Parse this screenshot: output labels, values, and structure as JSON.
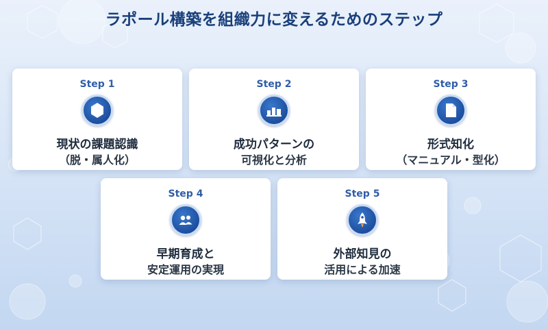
{
  "title": "ラポール構築を組織力に変えるためのステップ",
  "steps": [
    {
      "label": "Step 1",
      "line1": "現状の課題認識",
      "line2": "（脱・属人化）",
      "icon": "hexagon-icon"
    },
    {
      "label": "Step 2",
      "line1": "成功パターンの",
      "line2": "可視化と分析",
      "icon": "bar-chart-icon"
    },
    {
      "label": "Step 3",
      "line1": "形式知化",
      "line2": "（マニュアル・型化）",
      "icon": "document-icon"
    },
    {
      "label": "Step 4",
      "line1": "早期育成と",
      "line2": "安定運用の実現",
      "icon": "people-icon"
    },
    {
      "label": "Step 5",
      "line1": "外部知見の",
      "line2": "活用による加速",
      "icon": "rocket-icon"
    }
  ],
  "colors": {
    "title": "#1a3f7a",
    "step_label": "#2f5da8",
    "icon_circle": "#1d4f9f",
    "card": "#ffffff",
    "background": "#d9e6f7"
  }
}
